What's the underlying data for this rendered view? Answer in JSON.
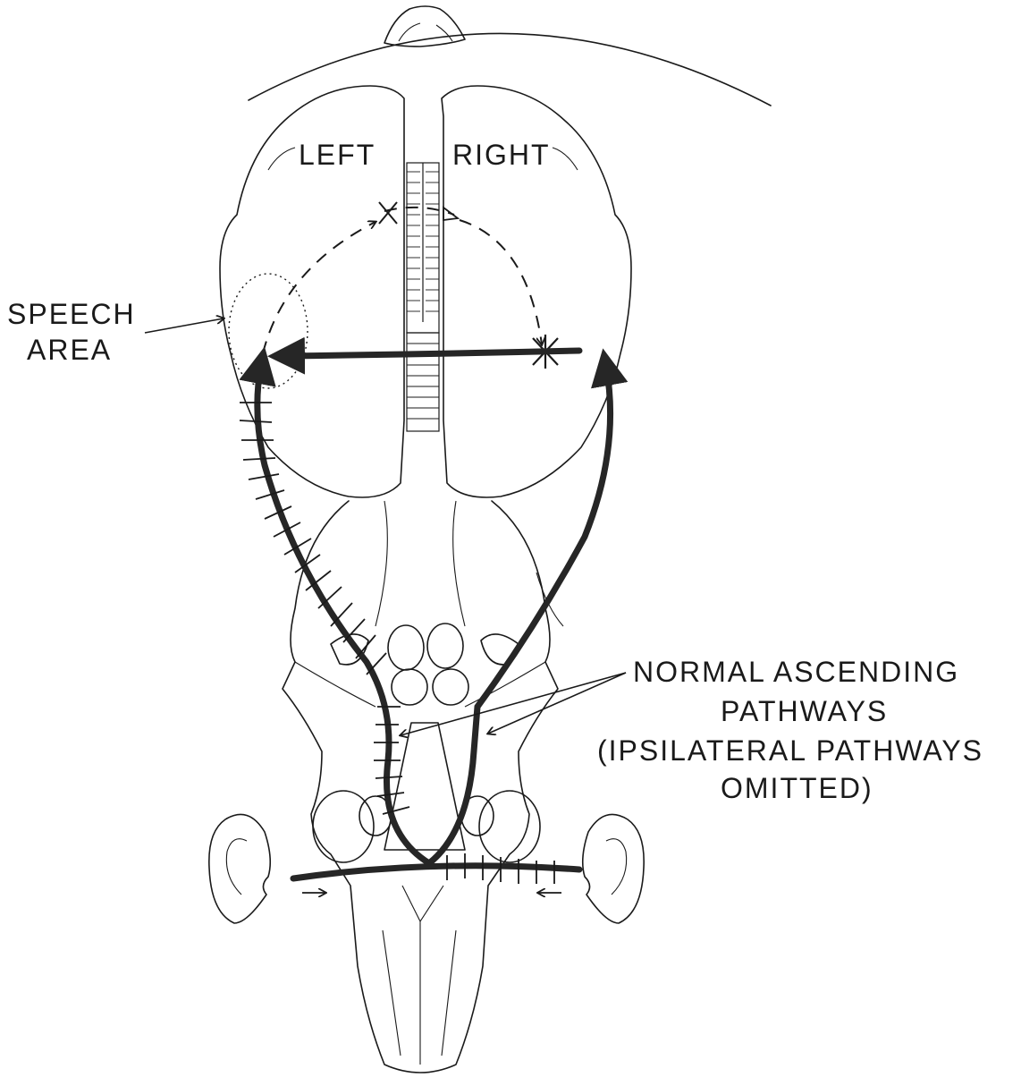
{
  "labels": {
    "left": "LEFT",
    "right": "RIGHT",
    "speech_line1": "SPEECH",
    "speech_line2": "AREA",
    "normal_line1": "NORMAL ASCENDING",
    "normal_line2": "PATHWAYS",
    "normal_line3": "(IPSILATERAL PATHWAYS",
    "normal_line4": "OMITTED)"
  },
  "colors": {
    "ink": "#1a1a1a",
    "pathway": "#262626",
    "background": "#ffffff"
  }
}
